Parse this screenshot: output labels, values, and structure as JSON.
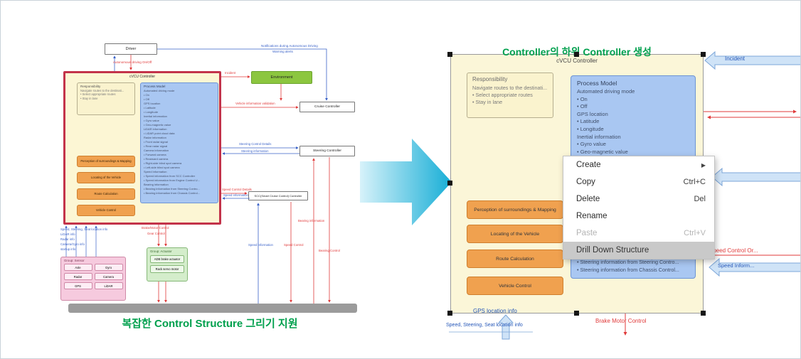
{
  "captions": {
    "left": "복잡한 Control Structure 그리기 지원",
    "right": "Controller의 하위 Controller 생성"
  },
  "colors": {
    "accent_green": "#00A04D",
    "highlight_red_border": "#C3334A",
    "function_orange": "#F0A14F",
    "process_model_blue": "#A9C7F2",
    "zoom_arrow_teal": "#17AED6",
    "menu_highlight_gray": "#C9C9C9"
  },
  "left": {
    "driver": "Driver",
    "notify_line1": "Notifications during Autonomous Driving",
    "notify_line2": "Warning alerts",
    "onoff_label": "Autonomous driving On/Off",
    "controller_title": "cVCU Controller",
    "responsibility": {
      "title": "Responsibility",
      "lines": [
        "Navigate routes to the destinati...",
        "• Select appropriate routes",
        "• Stay in lane"
      ]
    },
    "process_model": {
      "title": "Process Model",
      "lines": [
        "Automated driving mode",
        "• On",
        "• Off",
        "GPS location",
        "• Latitude",
        "• Longitude",
        "Inertial information",
        "• Gyro value",
        "• Geo-magnetic value",
        "LiDAR information",
        "• LiDAR point cloud data",
        "Radar information",
        "• Front radar signal",
        "• Rear radar signal",
        "Camera information",
        "• Forward camera",
        "• Rearward camera",
        "• Right-side blind spot camera",
        "• Left-side blind spot camera",
        "Speed information",
        "• Speed information from SCC Controller",
        "• Speed information from Engine Control U...",
        "Bearing information",
        "• Bearing information from Steering Contro...",
        "• Bearing information from Chassis Control..."
      ]
    },
    "functions": [
      "Perception of surroundings & Mapping",
      "Locating of the Vehicle",
      "Route Calculation",
      "Vehicle Control"
    ],
    "environment": "Environment",
    "cruise_controller": "Cruise Controller",
    "steering_controller": "Steering Controller",
    "scc_controller": "SCC(Smart Cruise Control) Controller",
    "labels": {
      "incident": "Incident",
      "vehicle_info": "Vehicle information validation",
      "steering_details": "Steering Control Details",
      "steering_info": "Steering information",
      "speed_details": "Speed Control Details",
      "speed_info": "Speed information",
      "brake_motor": "Brake/Motor Control",
      "gear": "Gear Control",
      "speed_info2": "Speed information",
      "speed_control": "Speed Control",
      "bearing_info": "Bearing information",
      "bearing_control": "Bearing Control",
      "sensor_stack": [
        "Speed, Steering, Seat location info",
        "LiDAR info",
        "Radar info",
        "Camera/Gyro info",
        "startup info"
      ]
    },
    "sensor_group": {
      "title": "Group: Sensor",
      "items": [
        "Axle",
        "Gyro",
        "Radar",
        "Camera",
        "GPS",
        "LiDAR"
      ]
    },
    "actuator_group": {
      "title": "Group: Actuator",
      "items": [
        "ADB brake actuator",
        "Rack servo motor"
      ]
    }
  },
  "right": {
    "controller_title": "cVCU Controller",
    "responsibility": {
      "title": "Responsibility",
      "lines": [
        "Navigate routes to the destinati...",
        "• Select appropriate routes",
        "• Stay in lane"
      ]
    },
    "process_model": {
      "title": "Process Model",
      "lines": [
        "Automated driving mode",
        "• On",
        "• Off",
        "GPS location",
        "• Latitude",
        "• Longitude",
        "Inertial information",
        "• Gyro value",
        "• Geo-magnetic value"
      ],
      "bottom_lines": [
        "• Steering information from Steering Contro...",
        "• Steering information from Chassis Control..."
      ]
    },
    "functions": [
      "Perception of surroundings & Mapping",
      "Locating of the Vehicle",
      "Route Calculation",
      "Vehicle Control"
    ],
    "menu": {
      "submenu_arrow": "▶",
      "items": [
        {
          "label": "Create",
          "shortcut": "",
          "state": "normal",
          "submenu": true
        },
        {
          "label": "Copy",
          "shortcut": "Ctrl+C",
          "state": "normal"
        },
        {
          "label": "Delete",
          "shortcut": "Del",
          "state": "normal"
        },
        {
          "label": "Rename",
          "shortcut": "",
          "state": "normal"
        },
        {
          "label": "Paste",
          "shortcut": "Ctrl+V",
          "state": "disabled"
        },
        {
          "label": "Drill Down Structure",
          "shortcut": "",
          "state": "highlighted"
        }
      ]
    },
    "labels": {
      "incident": "Incident",
      "gps": "GPS location info",
      "brake": "Brake Motor Control",
      "speed_control": "Speed Control Or...",
      "speed_inform": "Speed Inform...",
      "bottom_left": "Speed, Steering, Seat location info"
    }
  }
}
